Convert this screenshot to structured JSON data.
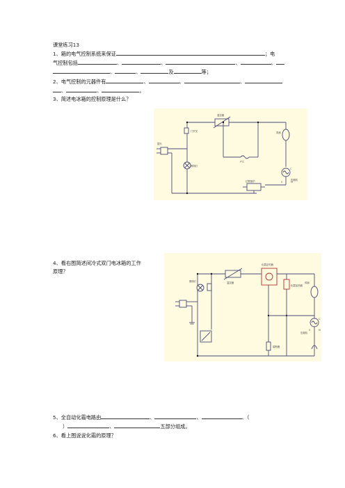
{
  "title": "课堂练习13",
  "q1": {
    "line1": "1、箱的电气控制系统来保证",
    "tail1": "；电",
    "line2a": "气控制包括",
    "sep": "、",
    "and": "及",
    "etc": "等；"
  },
  "q2": {
    "text": "2、电气控制的元器件有",
    "end": "。"
  },
  "q3": {
    "text": "3、简述电冰箱的控制原理是什么？"
  },
  "q4": {
    "line1": "4、看右图简述间冷式双门电冰箱的工作",
    "line2": "原理？"
  },
  "q5": {
    "text": "5、全自动化霜电路由",
    "paren": "（",
    "close": "）",
    "end": "五部分组成。"
  },
  "q6": {
    "text": "6、看上图说说化霜的原理？"
  },
  "diagram1": {
    "labels": {
      "temp": "温控器",
      "lamp": "照明灯",
      "door": "门开关",
      "plug": "插头",
      "fan": "风扇",
      "motor": "压缩机",
      "ptc": "PTC",
      "prot": "过载保护",
      "m": "M",
      "c": "C",
      "s": "S"
    }
  },
  "diagram2": {
    "labels": {
      "timer": "化霜定时器",
      "heater": "化霜加热器",
      "fuse": "熔断器",
      "temp": "温控器",
      "lamp": "照明灯",
      "fan": "风扇",
      "motor": "压缩机",
      "m": "M",
      "c": "C",
      "s": "S"
    }
  }
}
